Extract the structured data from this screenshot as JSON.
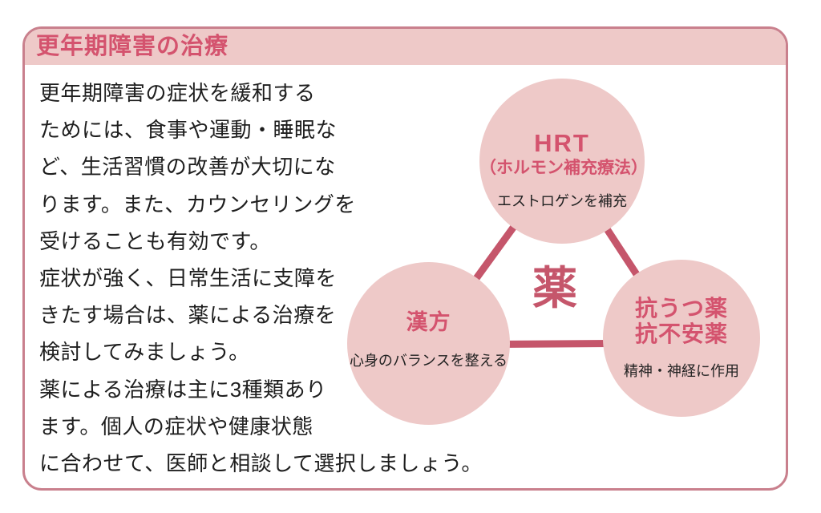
{
  "title": "更年期障害の治療",
  "intro": {
    "lines": [
      "更年期障害の症状を緩和する",
      "ためには、食事や運動・睡眠な",
      "ど、生活習慣の改善が大切にな",
      "ります。また、カウンセリングを",
      "受けることも有効です。",
      "症状が強く、日常生活に支障を",
      "きたす場合は、薬による治療を",
      "検討してみましょう。",
      "薬による治療は主に3種類あり",
      "ます。個人の症状や健康状態",
      "に合わせて、医師と相談して選択しましょう。"
    ]
  },
  "diagram": {
    "center_label": "薬",
    "hrt": {
      "title": "HRT",
      "subtitle": "（ホルモン補充療法）",
      "description": "エストロゲンを補充"
    },
    "kampo": {
      "title": "漢方",
      "description": "心身のバランスを整える"
    },
    "antidepressant": {
      "title_line1": "抗うつ薬",
      "title_line2": "抗不安薬",
      "description": "精神・神経に作用"
    }
  },
  "colors": {
    "accent_text": "#d4536e",
    "connector_line": "#c5566b",
    "circle_fill": "#eec9c8",
    "header_bg": "#eec9c8",
    "card_border": "#c9808d",
    "body_text": "#1e1e1e"
  }
}
